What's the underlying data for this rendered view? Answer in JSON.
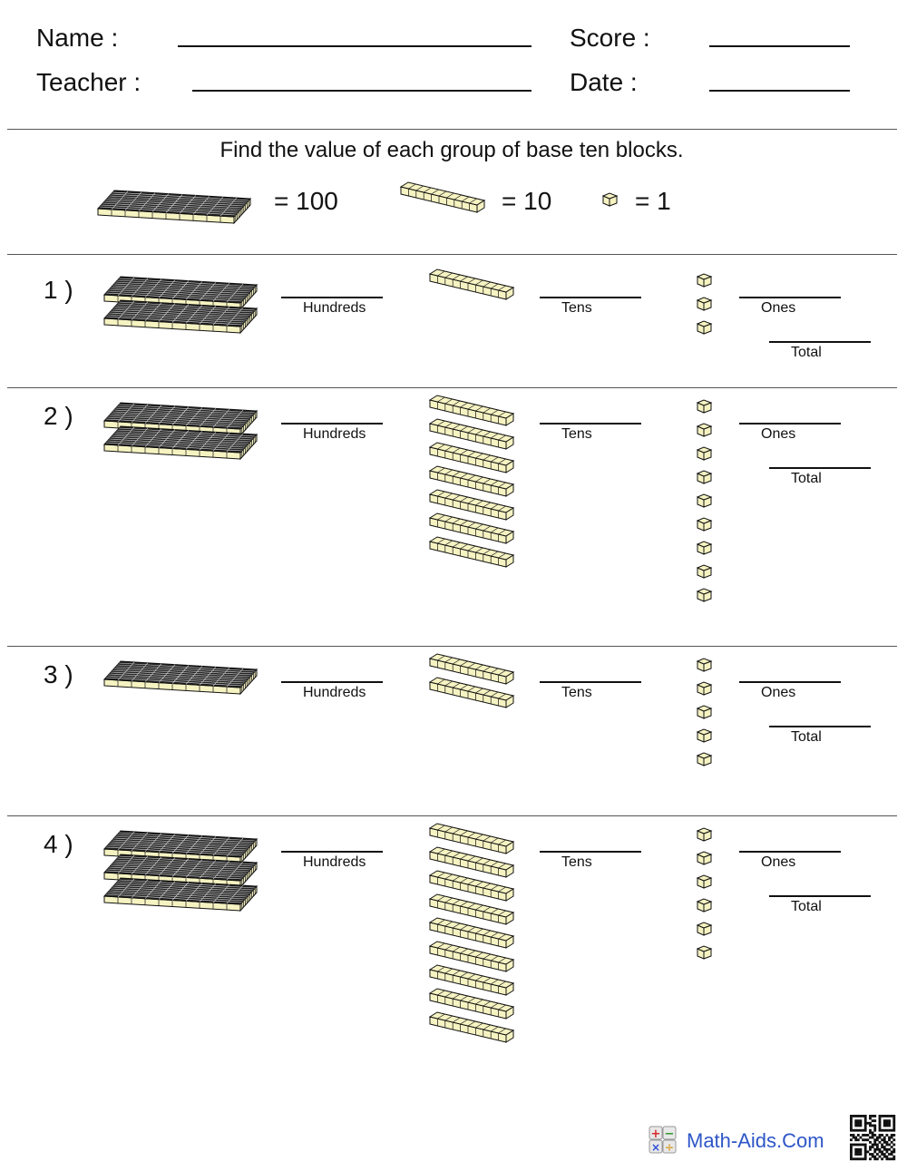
{
  "header": {
    "name_label": "Name :",
    "teacher_label": "Teacher :",
    "score_label": "Score :",
    "date_label": "Date :"
  },
  "instructions": "Find the value of each group of base ten blocks.",
  "legend": {
    "hundred_eq": "= 100",
    "ten_eq": "= 10",
    "one_eq": "= 1"
  },
  "labels": {
    "hundreds": "Hundreds",
    "tens": "Tens",
    "ones": "Ones",
    "total": "Total"
  },
  "problems": [
    {
      "number": "1 )",
      "hundreds": 2,
      "tens": 1,
      "ones": 3
    },
    {
      "number": "2 )",
      "hundreds": 2,
      "tens": 7,
      "ones": 9
    },
    {
      "number": "3 )",
      "hundreds": 1,
      "tens": 2,
      "ones": 5
    },
    {
      "number": "4 )",
      "hundreds": 3,
      "tens": 9,
      "ones": 6
    }
  ],
  "footer": {
    "site": "Math-Aids.Com"
  },
  "colors": {
    "block_face": "#f6f3c2",
    "block_stroke": "#111111",
    "footer_text": "#2d56c8"
  }
}
